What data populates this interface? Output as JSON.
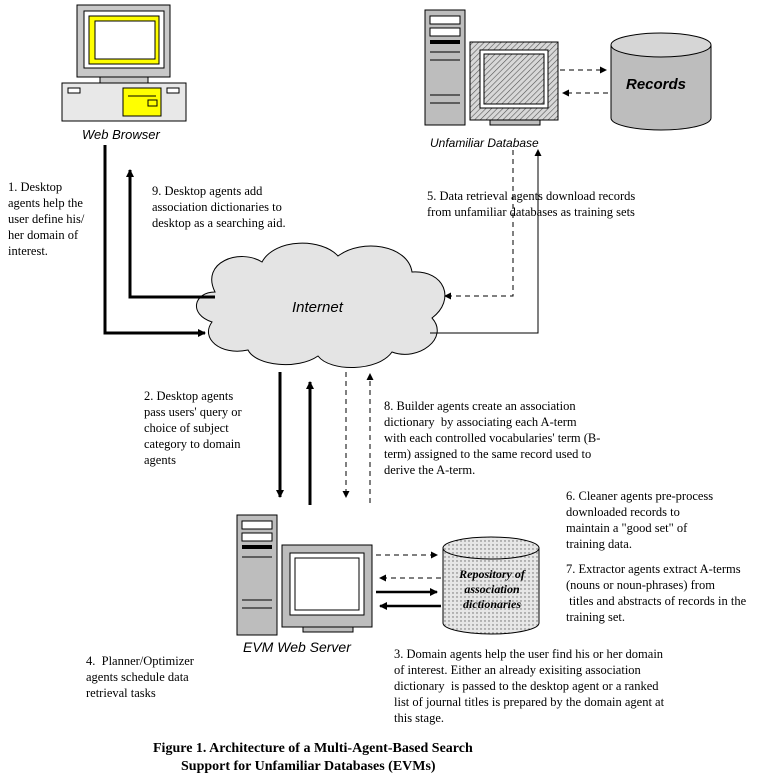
{
  "nodes": {
    "web_browser": "Web Browser",
    "unfamiliar_db": "Unfamiliar Database",
    "records": "Records",
    "internet": "Internet",
    "evm_server": "EVM Web Server",
    "repository": "Repository of\nassociation\ndictionaries"
  },
  "notes": {
    "n1": "1. Desktop\nagents help the\nuser define his/\nher domain of\ninterest.",
    "n9": "9. Desktop agents add\nassociation dictionaries to\ndesktop as a searching aid.",
    "n5": "5. Data retrieval agents download records\nfrom unfamiliar databases as training sets",
    "n2": "2. Desktop agents\npass users' query or\nchoice of subject\ncategory to domain\nagents",
    "n8": "8. Builder agents create an association\ndictionary  by associating each A-term\nwith each controlled vocabularies' term (B-\nterm) assigned to the same record used to\nderive the A-term.",
    "n6": "6. Cleaner agents pre-process\ndownloaded records to\nmaintain a \"good set\" of\ntraining data.",
    "n7": "7. Extractor agents extract A-terms\n(nouns or noun-phrases) from\n titles and abstracts of records in the\ntraining set.",
    "n4": "4.  Planner/Optimizer\nagents schedule data\nretrieval tasks",
    "n3": "3. Domain agents help the user find his or her domain\nof interest. Either an already exisiting association\ndictionary  is passed to the desktop agent or a ranked\nlist of journal titles is prepared by the domain agent at\nthis stage."
  },
  "caption": "Figure 1. Architecture of a Multi-Agent-Based Search\n        Support for Unfamiliar Databases (EVMs)"
}
